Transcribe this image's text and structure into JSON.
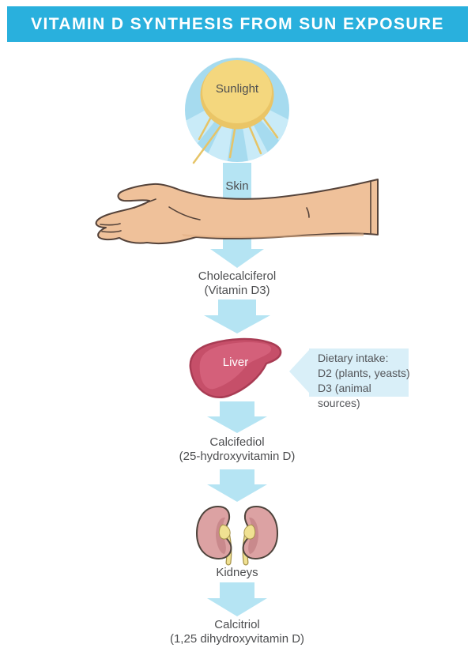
{
  "header": {
    "title": "VITAMIN D SYNTHESIS FROM SUN EXPOSURE"
  },
  "sun": {
    "label": "Sunlight"
  },
  "skin": {
    "label": "Skin"
  },
  "liver": {
    "label": "Liver"
  },
  "kidneys": {
    "label": "Kidneys"
  },
  "steps": {
    "cholecalciferol": {
      "line1": "Cholecalciferol",
      "line2": "(Vitamin D3)"
    },
    "calcifediol": {
      "line1": "Calcifediol",
      "line2": "(25-hydroxyvitamin D)"
    },
    "calcitriol": {
      "line1": "Calcitriol",
      "line2": "(1,25 dihydroxyvitamin D)"
    }
  },
  "callout": {
    "line1": "Dietary intake:",
    "line2": "D2 (plants, yeasts)",
    "line3": "D3 (animal sources)"
  },
  "colors": {
    "header_bg": "#29b0dd",
    "arrow_blue": "#b5e4f3",
    "callout_bg": "#d9eff8",
    "sun_yellow": "#f4d77e",
    "sun_halo_blue": "#a6dbef",
    "ray_light_blue": "#c9ebf8",
    "skin_tone": "#efc19a",
    "liver_red": "#c64f69",
    "kidney_pink": "#dca2a3",
    "ureter_yellow": "#f0e192",
    "text_gray": "#4d4e50"
  }
}
